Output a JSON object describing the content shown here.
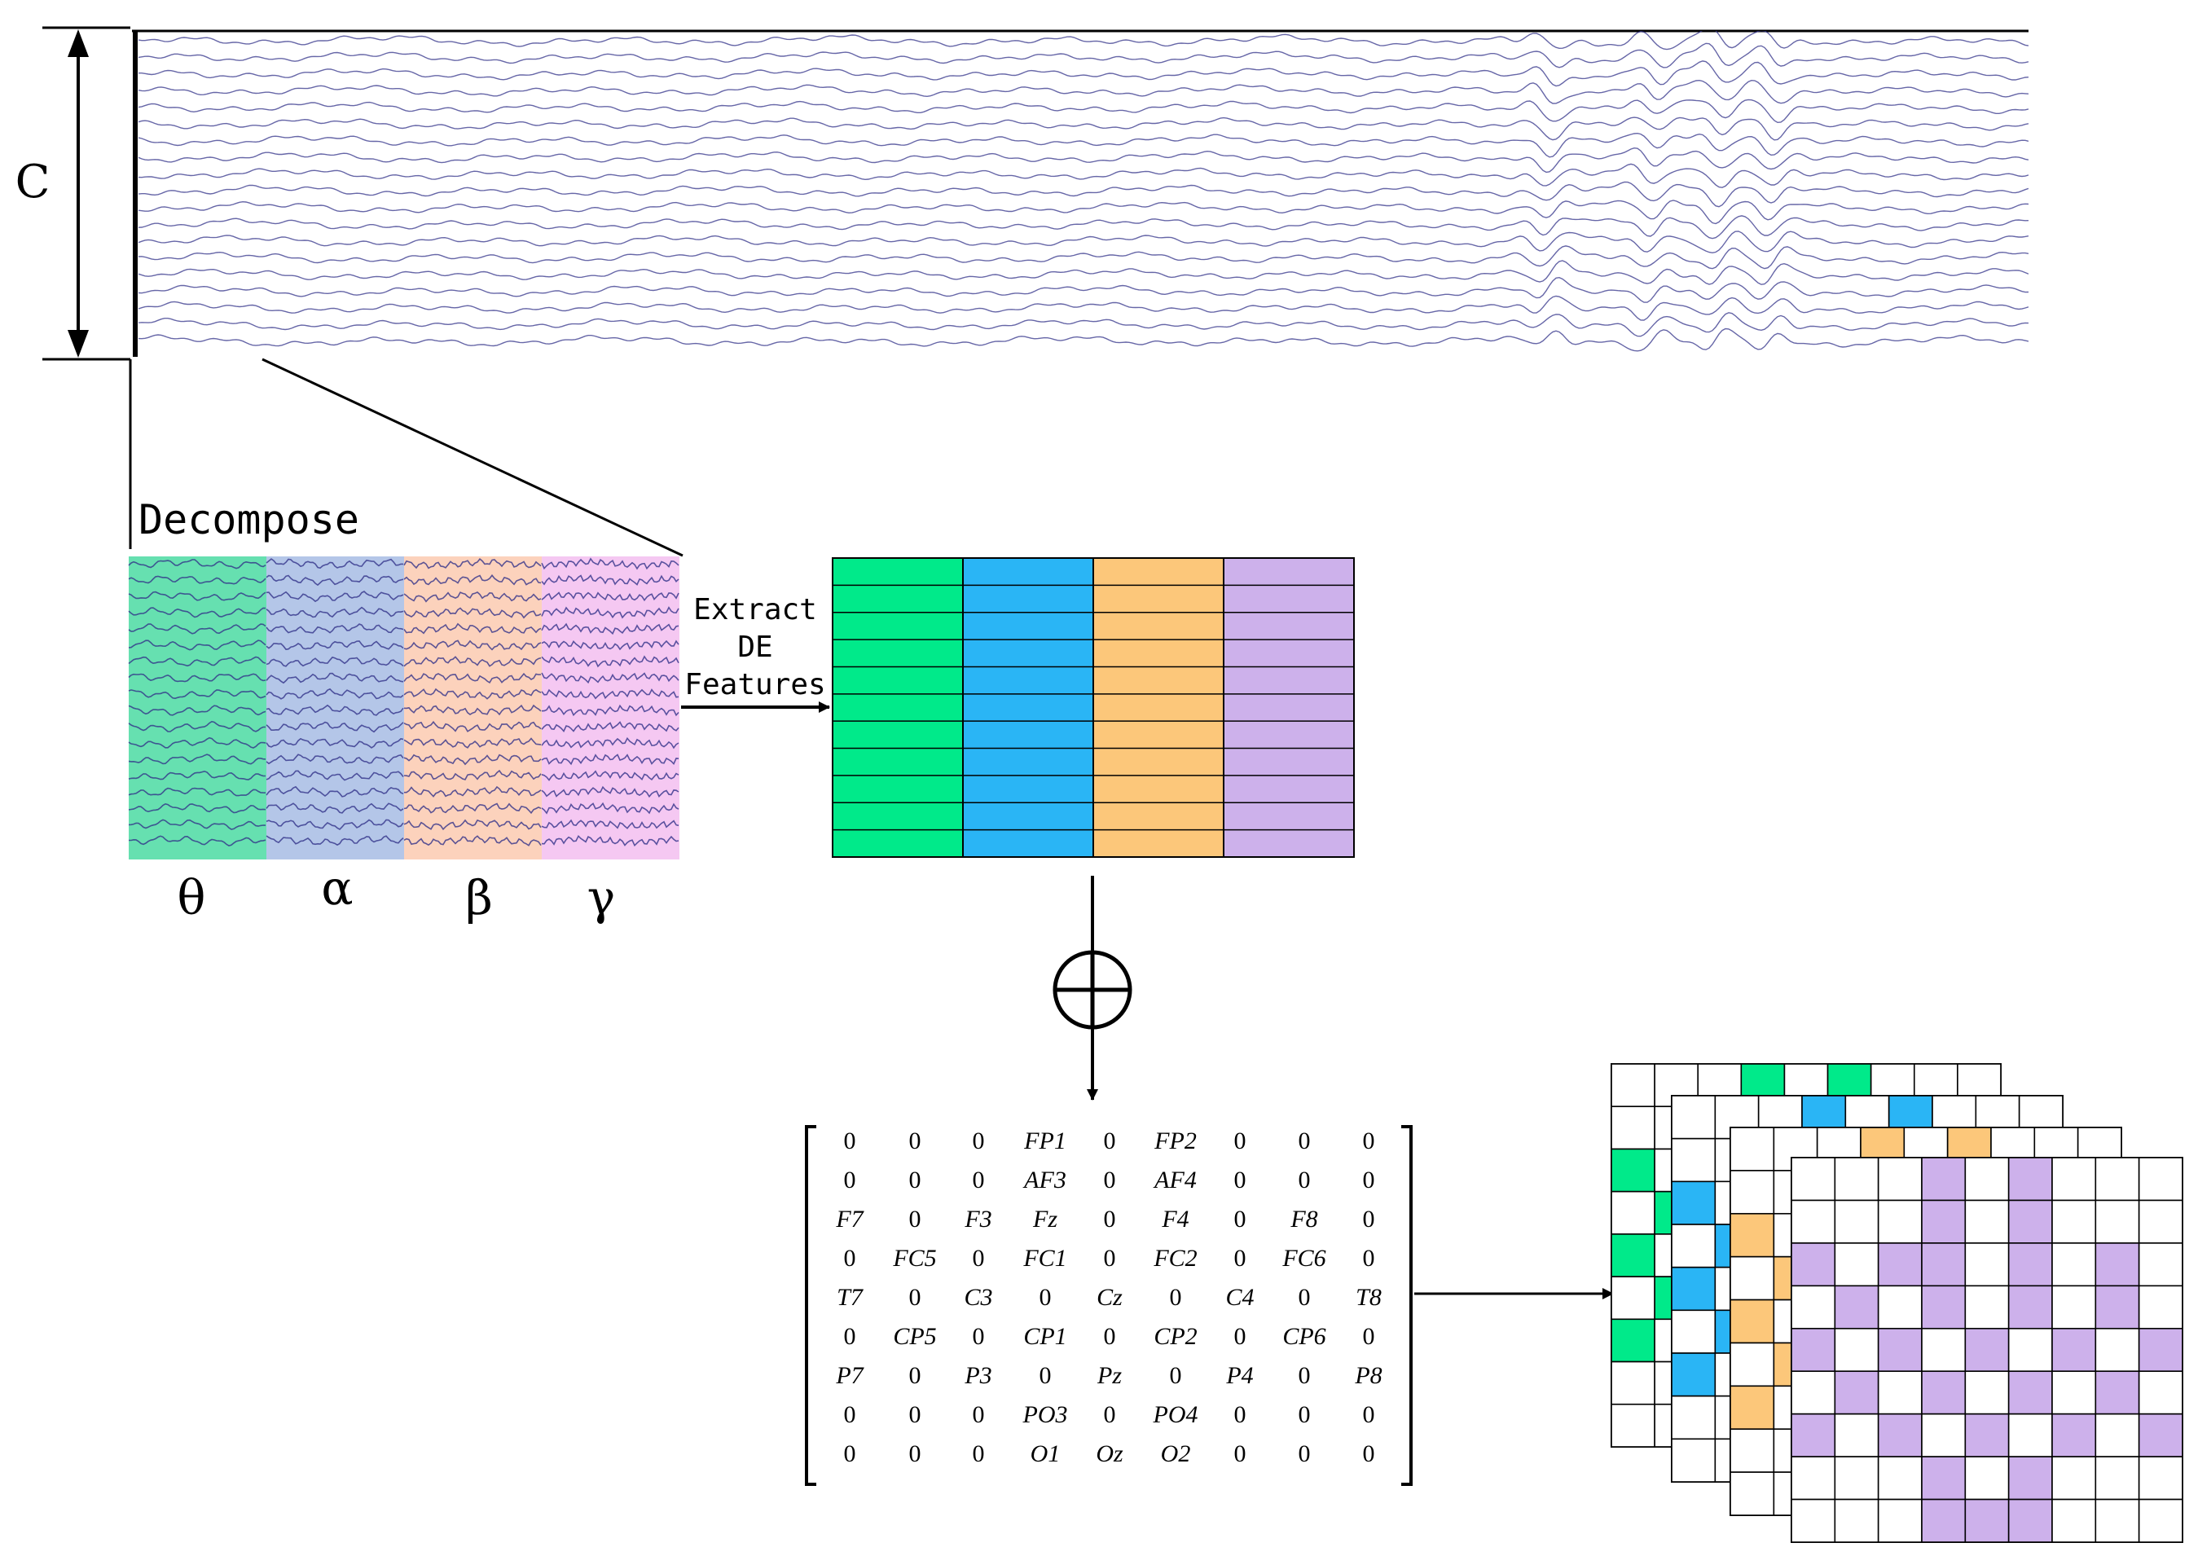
{
  "labels": {
    "channels": "C",
    "decompose": "Decompose",
    "extract_line1": "Extract",
    "extract_line2": "DE",
    "extract_line3": "Features"
  },
  "bands": [
    {
      "symbol": "θ",
      "color": "#00ea8a"
    },
    {
      "symbol": "α",
      "color": "#2ab5f5"
    },
    {
      "symbol": "β",
      "color": "#fcc77a"
    },
    {
      "symbol": "γ",
      "color": "#cdb1eb"
    }
  ],
  "operator_symbol": "⊕",
  "electrode_matrix": [
    [
      "0",
      "0",
      "0",
      "FP1",
      "0",
      "FP2",
      "0",
      "0",
      "0"
    ],
    [
      "0",
      "0",
      "0",
      "AF3",
      "0",
      "AF4",
      "0",
      "0",
      "0"
    ],
    [
      "F7",
      "0",
      "F3",
      "Fz",
      "0",
      "F4",
      "0",
      "F8",
      "0"
    ],
    [
      "0",
      "FC5",
      "0",
      "FC1",
      "0",
      "FC2",
      "0",
      "FC6",
      "0"
    ],
    [
      "T7",
      "0",
      "C3",
      "0",
      "Cz",
      "0",
      "C4",
      "0",
      "T8"
    ],
    [
      "0",
      "CP5",
      "0",
      "CP1",
      "0",
      "CP2",
      "0",
      "CP6",
      "0"
    ],
    [
      "P7",
      "0",
      "P3",
      "0",
      "Pz",
      "0",
      "P4",
      "0",
      "P8"
    ],
    [
      "0",
      "0",
      "0",
      "PO3",
      "0",
      "PO4",
      "0",
      "0",
      "0"
    ],
    [
      "0",
      "0",
      "0",
      "O1",
      "Oz",
      "O2",
      "0",
      "0",
      "0"
    ]
  ],
  "colors": {
    "eeg_trace": "#33338a",
    "theta_bg": "#66e0b0",
    "alpha_bg": "#b4c6e8",
    "beta_bg": "#fcd2bc",
    "gamma_bg": "#f5c8f2"
  }
}
